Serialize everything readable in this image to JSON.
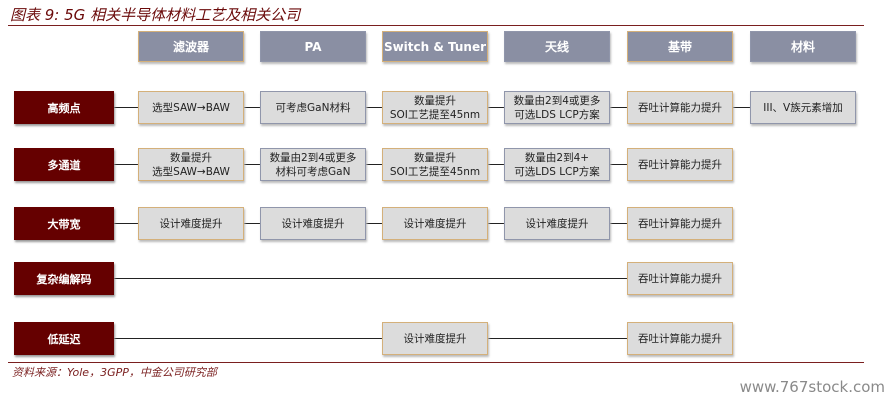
{
  "title": "图表 9: 5G 相关半导体材料工艺及相关公司",
  "columns": [
    "滤波器",
    "PA",
    "Switch & Tuner",
    "天线",
    "基带",
    "材料"
  ],
  "rows": [
    {
      "label": "高频点",
      "cells": [
        {
          "col": 0,
          "lines": [
            "选型SAW→BAW"
          ]
        },
        {
          "col": 1,
          "lines": [
            "可考虑GaN材料"
          ]
        },
        {
          "col": 2,
          "lines": [
            "数量提升",
            "SOI工艺提至45nm"
          ]
        },
        {
          "col": 3,
          "lines": [
            "数量由2到4或更多",
            "可选LDS LCP方案"
          ]
        },
        {
          "col": 4,
          "lines": [
            "吞吐计算能力提升"
          ]
        },
        {
          "col": 5,
          "lines": [
            "III、V族元素增加"
          ]
        }
      ]
    },
    {
      "label": "多通道",
      "cells": [
        {
          "col": 0,
          "lines": [
            "数量提升",
            "选型SAW→BAW"
          ]
        },
        {
          "col": 1,
          "lines": [
            "数量由2到4或更多",
            "材料可考虑GaN"
          ]
        },
        {
          "col": 2,
          "lines": [
            "数量提升",
            "SOI工艺提至45nm"
          ]
        },
        {
          "col": 3,
          "lines": [
            "数量由2到4+",
            "可选LDS LCP方案"
          ]
        },
        {
          "col": 4,
          "lines": [
            "吞吐计算能力提升"
          ]
        }
      ]
    },
    {
      "label": "大带宽",
      "cells": [
        {
          "col": 0,
          "lines": [
            "设计难度提升"
          ]
        },
        {
          "col": 1,
          "lines": [
            "设计难度提升"
          ]
        },
        {
          "col": 2,
          "lines": [
            "设计难度提升"
          ]
        },
        {
          "col": 3,
          "lines": [
            "设计难度提升"
          ]
        },
        {
          "col": 4,
          "lines": [
            "吞吐计算能力提升"
          ]
        }
      ]
    },
    {
      "label": "复杂编解码",
      "cells": [
        {
          "col": 4,
          "lines": [
            "吞吐计算能力提升"
          ]
        }
      ]
    },
    {
      "label": "低延迟",
      "cells": [
        {
          "col": 2,
          "lines": [
            "设计难度提升"
          ]
        },
        {
          "col": 4,
          "lines": [
            "吞吐计算能力提升"
          ]
        }
      ]
    }
  ],
  "source": "资料来源：Yole，3GPP，中金公司研究部",
  "watermark": "www.767stock.com"
}
